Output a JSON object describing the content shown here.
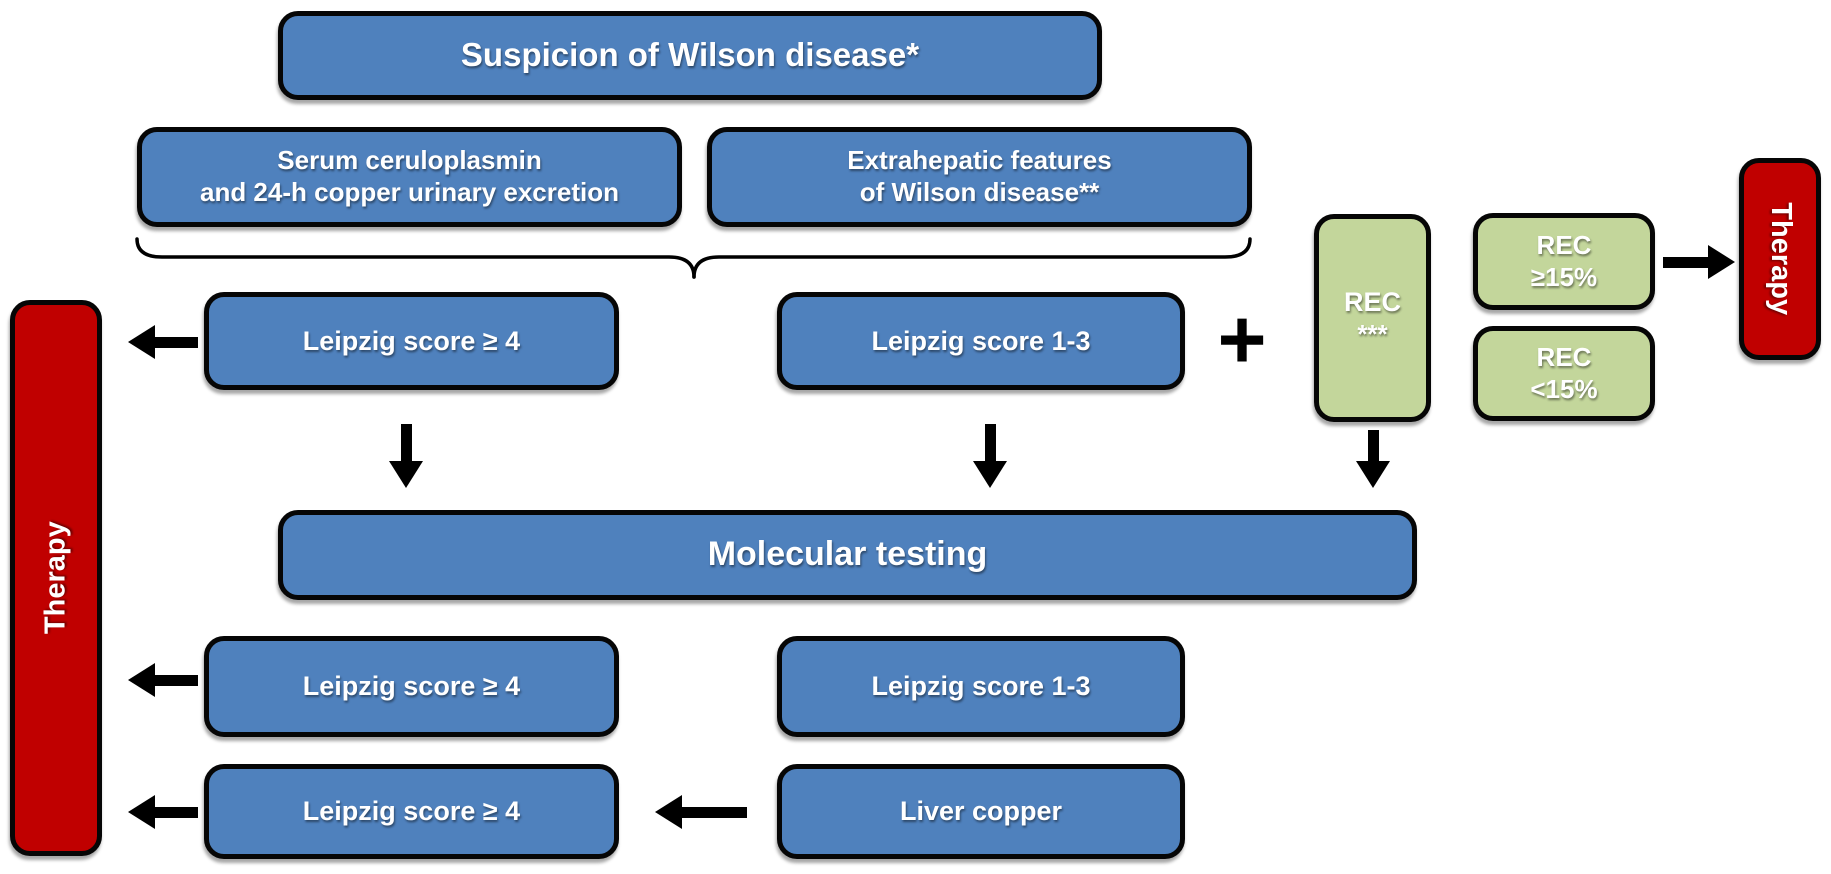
{
  "diagram": {
    "title_box": "Suspicion of Wilson disease*",
    "serum_box": {
      "line1": "Serum ceruloplasmin",
      "line2": "and 24-h copper urinary excretion"
    },
    "extrahepatic_box": {
      "line1": "Extrahepatic features",
      "line2": "of Wilson disease**"
    },
    "leipzig_ge4_top": "Leipzig score ≥ 4",
    "leipzig_13_top": "Leipzig score 1-3",
    "plus_sign": "+",
    "rec_tall": {
      "line1": "REC",
      "line2": "***"
    },
    "rec_ge15": {
      "line1": "REC",
      "line2": "≥15%"
    },
    "rec_lt15": {
      "line1": "REC",
      "line2": "<15%"
    },
    "therapy_right": "Therapy",
    "therapy_left": "Therapy",
    "molecular_box": "Molecular testing",
    "leipzig_ge4_mid": "Leipzig score ≥ 4",
    "leipzig_13_bottom": "Leipzig score 1-3",
    "leipzig_ge4_bottom": "Leipzig score ≥ 4",
    "liver_copper_box": "Liver copper",
    "colors": {
      "blue": "#4F81BD",
      "green": "#C3D69B",
      "red": "#C00000",
      "ink": "#060606",
      "txt": "#FFFFFF"
    }
  }
}
